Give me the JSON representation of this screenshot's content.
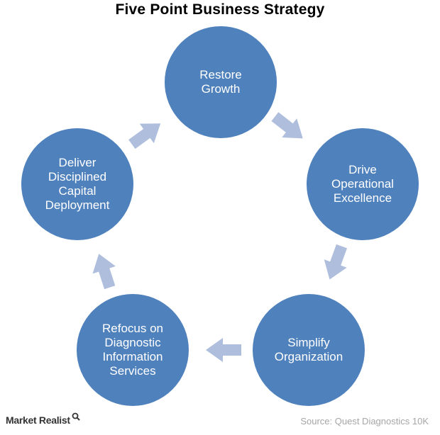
{
  "title": "Five Point Business Strategy",
  "colors": {
    "circle_fill": "#4f81bd",
    "arrow_fill": "#aebedc",
    "text_on_circle": "#ffffff",
    "source_text": "#a6a6a6"
  },
  "steps": [
    {
      "lines": [
        "Restore",
        "Growth"
      ]
    },
    {
      "lines": [
        "Drive",
        "Operational",
        "Excellence"
      ]
    },
    {
      "lines": [
        "Simplify",
        "Organization"
      ]
    },
    {
      "lines": [
        "Refocus on",
        "Diagnostic",
        "Information",
        "Services"
      ]
    },
    {
      "lines": [
        "Deliver",
        "Disciplined",
        "Capital",
        "Deployment"
      ]
    }
  ],
  "logo": {
    "text": "Market Realist",
    "icon": "magnifier-icon"
  },
  "source": "Source: Quest Diagnostics 10K"
}
